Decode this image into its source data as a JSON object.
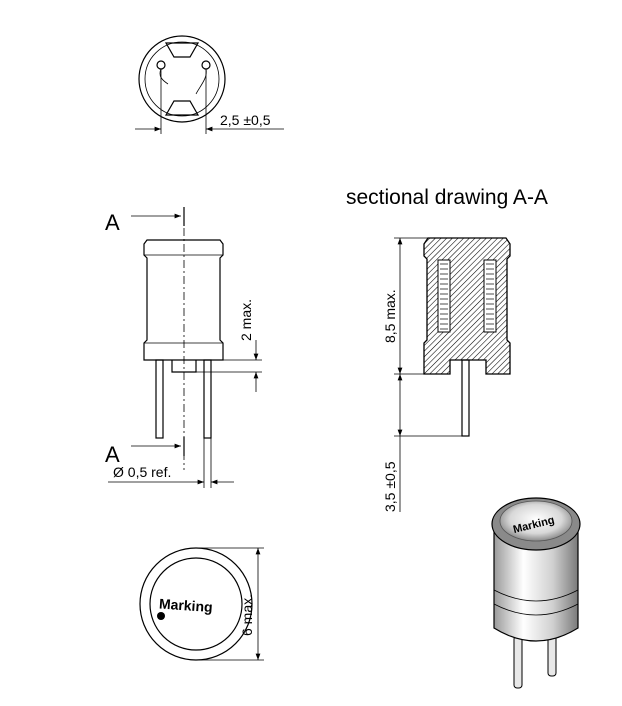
{
  "diagram": {
    "section_title": "sectional drawing A-A",
    "section_mark": "A",
    "dim_pin_spacing": "2,5 ±0,5",
    "dim_offset": "2 max.",
    "dim_pin_diameter": "Ø  0,5  ref.",
    "dim_body_height": "8,5 max.",
    "dim_pin_length": "3,5 ±0,5",
    "dim_diameter": "6 max.",
    "marking_label": "Marking"
  }
}
